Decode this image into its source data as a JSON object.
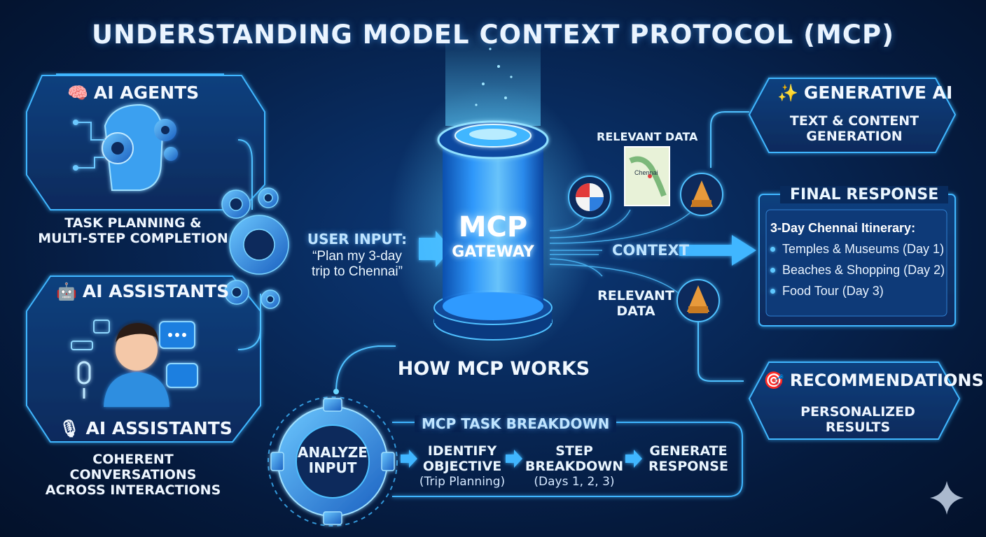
{
  "title": "UNDERSTANDING MODEL CONTEXT PROTOCOL (MCP)",
  "ai_agents": {
    "label": "AI AGENTS",
    "caption_line1": "TASK PLANNING &",
    "caption_line2": "MULTI-STEP COMPLETION"
  },
  "ai_assistants": {
    "label_top": "AI ASSISTANTS",
    "label_bottom": "AI ASSISTANTS",
    "caption_line1": "COHERENT",
    "caption_line2": "CONVERSATIONS",
    "caption_line3": "ACROSS INTERACTIONS"
  },
  "user_input": {
    "label": "USER INPUT:",
    "quote_line1": "“Plan my 3-day",
    "quote_line2": "trip to Chennai”"
  },
  "gateway": {
    "line1": "MCP",
    "line2": "GATEWAY"
  },
  "how_it_works": "HOW MCP WORKS",
  "relevant_data_top": "RELEVANT DATA",
  "map_label": "Chennai",
  "context_label": "CONTEXT",
  "relevant_data_bottom_line1": "RELEVANT",
  "relevant_data_bottom_line2": "DATA",
  "generative_ai": {
    "label": "GENERATIVE AI",
    "caption_line1": "TEXT & CONTENT",
    "caption_line2": "GENERATION"
  },
  "final_response": {
    "label": "FINAL RESPONSE",
    "heading": "3-Day Chennai Itinerary:",
    "items": [
      "Temples & Museums (Day 1)",
      "Beaches & Shopping (Day 2)",
      "Food Tour (Day 3)"
    ]
  },
  "recommendations": {
    "label": "RECOMMENDATIONS",
    "caption_line1": "PERSONALIZED",
    "caption_line2": "RESULTS"
  },
  "task_breakdown": {
    "label": "MCP TASK BREAKDOWN",
    "analyze_line1": "ANALYZE",
    "analyze_line2": "INPUT",
    "identify_line1": "IDENTIFY",
    "identify_line2": "OBJECTIVE",
    "identify_sub": "(Trip Planning)",
    "step_line1": "STEP",
    "step_line2": "BREAKDOWN",
    "step_sub": "(Days 1, 2, 3)",
    "generate_line1": "GENERATE",
    "generate_line2": "RESPONSE"
  },
  "colors": {
    "accent": "#3fb6ff",
    "glow": "#5fd0ff",
    "background": "#062456"
  }
}
